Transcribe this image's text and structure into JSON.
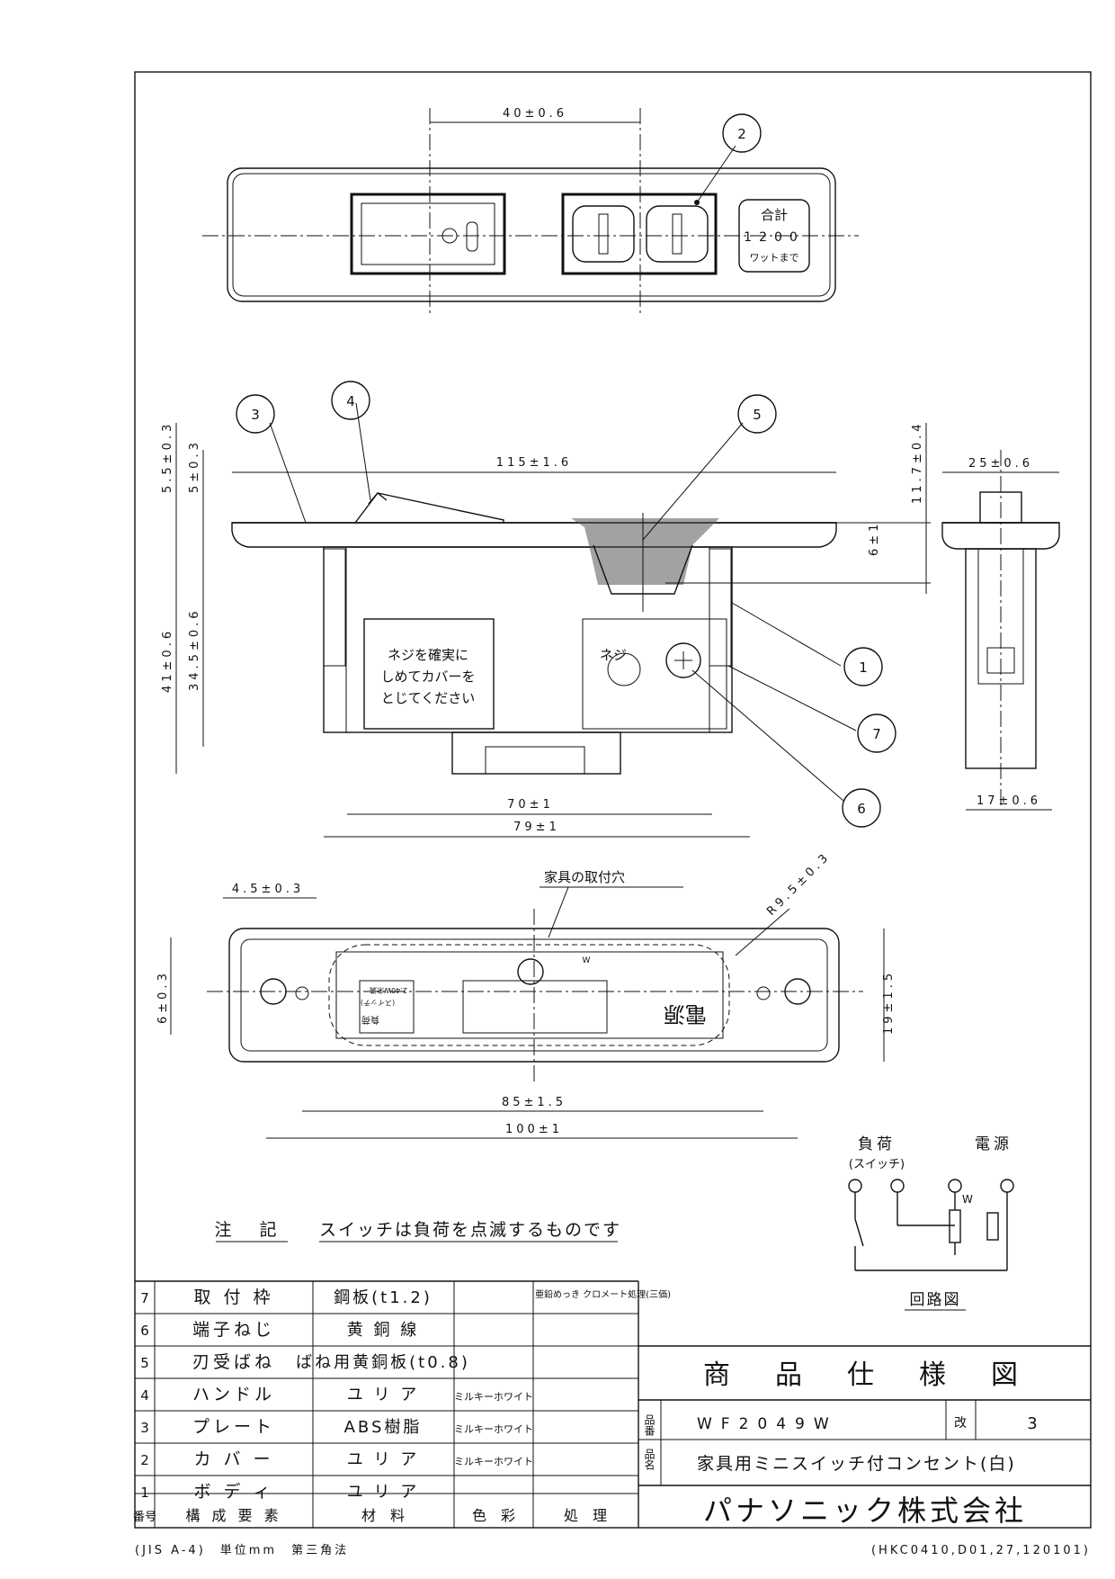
{
  "front_view": {
    "dim_top": "40±0.6",
    "callout_2": "2",
    "badge_line1": "合計",
    "badge_line2": "1200",
    "badge_line3": "ワットまで"
  },
  "side_view": {
    "dim_width": "115±1.6",
    "dim_5_5": "5.5±0.3",
    "dim_5": "5±0.3",
    "dim_41": "41±0.6",
    "dim_34_5": "34.5±0.6",
    "dim_11_7": "11.7±0.4",
    "dim_6": "6±1",
    "dim_70": "70±1",
    "dim_79": "79±1",
    "callout_3": "3",
    "callout_4": "4",
    "callout_5": "5",
    "callout_1": "1",
    "callout_7": "7",
    "callout_6": "6",
    "cover_text_1": "ネジを確実に",
    "cover_text_2": "しめてカバーを",
    "cover_text_3": "とじてください",
    "screw_label": "ネジ"
  },
  "end_view": {
    "dim_25": "25±0.6",
    "dim_17": "17±0.6"
  },
  "bottom_view": {
    "hole_label": "家具の取付穴",
    "dim_4_5": "4.5±0.3",
    "dim_r9_5": "R9.5±0.3",
    "dim_6": "6±0.3",
    "dim_19": "19±1.5",
    "dim_85": "85±1.5",
    "dim_100": "100±1",
    "load_text": "負荷",
    "load_sub": "(スイッチ)",
    "rating": "2.40W未満",
    "power_text": "電源",
    "w_mark": "W"
  },
  "circuit": {
    "load": "負荷",
    "load_sub": "(スイッチ)",
    "power": "電源",
    "w": "W",
    "title": "回路図"
  },
  "note": {
    "label": "注　記",
    "text": "スイッチは負荷を点滅するものです"
  },
  "parts_table": {
    "header": {
      "no": "番号",
      "component": "構 成 要 素",
      "material": "材　料",
      "color": "色　彩",
      "finish": "処　理"
    },
    "rows": [
      {
        "no": "7",
        "component": "取 付 枠",
        "material": "鋼板(t1.2)",
        "color": "",
        "finish": "亜鉛めっき クロメート処理(三価)"
      },
      {
        "no": "6",
        "component": "端子ねじ",
        "material": "黄 銅 線",
        "color": "",
        "finish": ""
      },
      {
        "no": "5",
        "component": "刃受ばね",
        "material": "ばね用黄銅板(t0.8)",
        "color": "",
        "finish": ""
      },
      {
        "no": "4",
        "component": "ハンドル",
        "material": "ユ リ ア",
        "color": "ミルキーホワイト",
        "finish": ""
      },
      {
        "no": "3",
        "component": "プレート",
        "material": "ABS樹脂",
        "color": "ミルキーホワイト",
        "finish": ""
      },
      {
        "no": "2",
        "component": "カ バ ー",
        "material": "ユ リ ア",
        "color": "ミルキーホワイト",
        "finish": ""
      },
      {
        "no": "1",
        "component": "ボ デ ィ",
        "material": "ユ リ ア",
        "color": "",
        "finish": ""
      }
    ]
  },
  "title_block": {
    "doc_title": "商　品　仕　様　図",
    "part_no_label": "品番",
    "part_no": "WF2049W",
    "rev_label": "改",
    "rev": "3",
    "name_label": "品名",
    "name": "家具用ミニスイッチ付コンセント(白)",
    "company": "パナソニック株式会社"
  },
  "footer": {
    "left": "(JIS A-4)　単位mm　第三角法",
    "right": "(HKC0410,D01,27,120101)"
  }
}
